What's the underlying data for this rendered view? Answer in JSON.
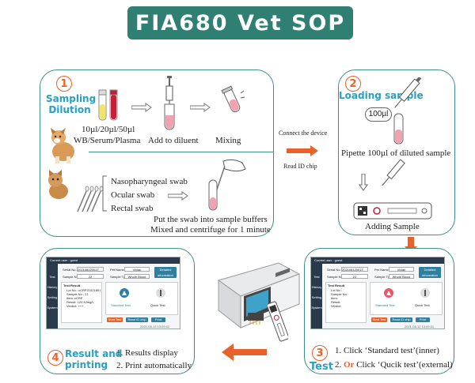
{
  "title": "FIA680 Vet SOP",
  "step1": {
    "number": "1",
    "heading_line1": "Sampling",
    "heading_line2": "Dilution",
    "volumes": "10µl/20µl/50µl",
    "sample_types": "WB/Serum/Plasma",
    "add_to_diluent": "Add to diluent",
    "mixing": "Mixing",
    "swabs": [
      "Nasopharyngeal swab",
      "Ocular swab",
      "Rectal swab"
    ],
    "swab_note_line1": "Put the swab into sample buffers",
    "swab_note_line2": "Mixed  and centrifuge for 1 minute"
  },
  "connector": {
    "line1": "Connect the device",
    "line2": "Read ID chip"
  },
  "step2": {
    "number": "2",
    "heading": "Loading sample",
    "volume_badge": "100µl",
    "pipette": "Pipette 100µl of diluted sample",
    "adding": "Adding Sample"
  },
  "step3": {
    "number": "3",
    "heading": "Test",
    "line1_prefix": "1. Click ‘Standard test’(inner)",
    "line2_prefix": "2.",
    "line2_or": "Or",
    "line2_rest": "Click ‘Qucik test’(external)"
  },
  "step4": {
    "number": "4",
    "heading_line1": "Result and",
    "heading_line2": "printing",
    "items": [
      "1. Results  display",
      "2. Print automatically"
    ]
  },
  "screen": {
    "header": "Current user : guest",
    "serial_label": "Serial No.",
    "serial_value": "20210812001T",
    "pet_label": "Pet Name",
    "pet_value": "Vivian",
    "sample_label": "Sample No.",
    "sample_value": "22",
    "stype_label": "Sample Type",
    "stype_value": "Whole Blood",
    "detailed": "Detailed information",
    "result_heading": "Test Result",
    "result_lines": [
      "Lot No.: cCRP21021801",
      "Sample No.: 21",
      "Item: cCRP",
      "Result: 122.42mg/L",
      "Verdict: +++"
    ],
    "result_lines_empty": [
      "Lot No.:",
      "Sample No.:",
      "Item:",
      "Result:",
      "Verdict:"
    ],
    "standard_test": "Standard Test",
    "quick_test": "Quick Test",
    "start_test": "Start Test",
    "read_id": "Read ID chip",
    "print": "Print",
    "timestamp": "2021-08-12 13:09:01",
    "sidebar": [
      "Test",
      "History",
      "Setting",
      "System"
    ]
  },
  "colors": {
    "teal": "#2f7f73",
    "accent": "#e8622b",
    "heading_blue": "#2a9fbf"
  }
}
